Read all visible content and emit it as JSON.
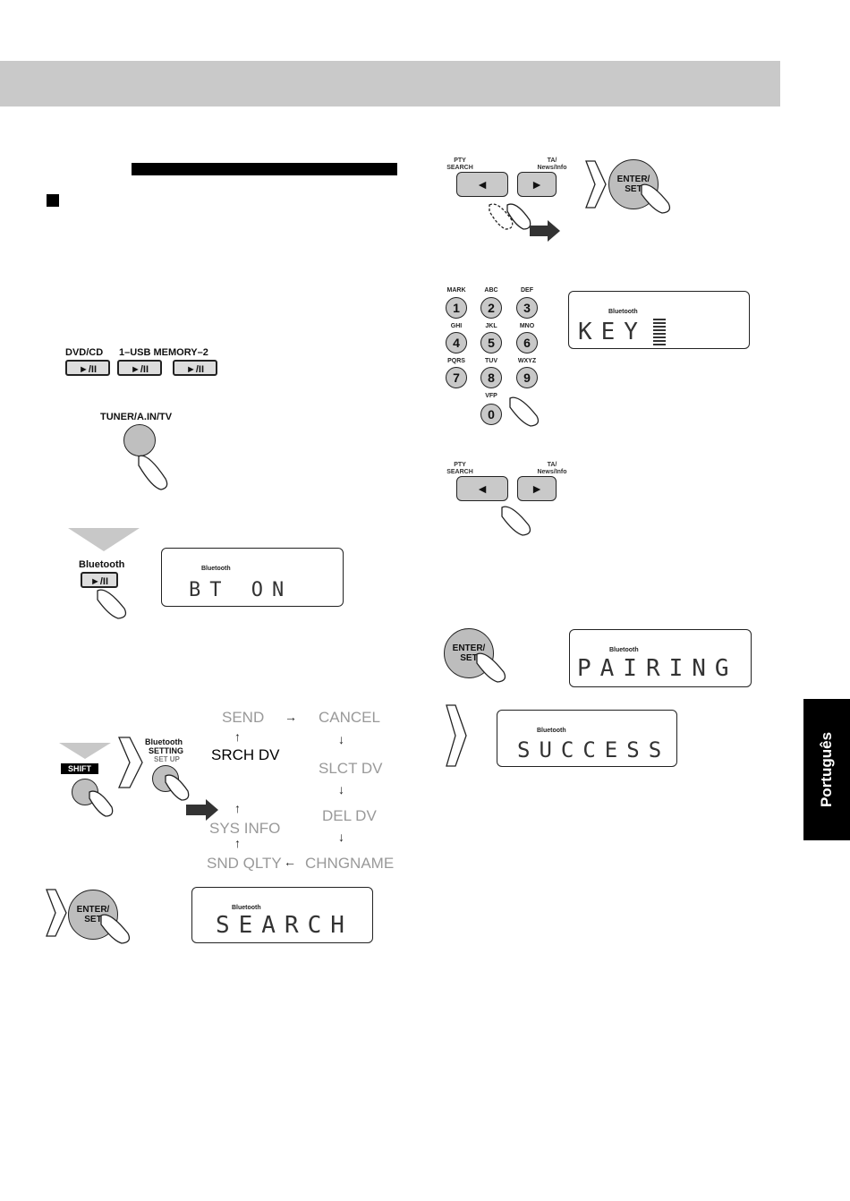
{
  "side_tab": "Português",
  "step1": {
    "dvd_cd_label": "DVD/CD",
    "usb_label": "1–USB MEMORY–2",
    "play_pause": "►/II",
    "tuner_label": "TUNER/A.IN/TV",
    "bluetooth_label": "Bluetooth",
    "display": {
      "indicator": "Bluetooth",
      "text": "BT ON"
    }
  },
  "step2": {
    "shift_label": "SHIFT",
    "bt_setting_label": "Bluetooth",
    "bt_setting_label2": "SETTING",
    "set_up_label": "SET UP",
    "menu": {
      "send": "SEND",
      "cancel": "CANCEL",
      "srch_dv": "SRCH DV",
      "slct_dv": "SLCT DV",
      "sys_info": "SYS INFO",
      "del_dv": "DEL DV",
      "snd_qlty": "SND QLTY",
      "chngname": "CHNGNAME"
    },
    "enter_label": "ENTER/\nSET",
    "display": {
      "indicator": "Bluetooth",
      "text": "SEARCH"
    }
  },
  "step3": {
    "pty_label": "PTY\nSEARCH",
    "ta_label": "TA/\nNews/Info",
    "enter_label": "ENTER/\nSET",
    "numpad": [
      {
        "key": "1",
        "letters": "MARK"
      },
      {
        "key": "2",
        "letters": "ABC"
      },
      {
        "key": "3",
        "letters": "DEF"
      },
      {
        "key": "4",
        "letters": "GHI"
      },
      {
        "key": "5",
        "letters": "JKL"
      },
      {
        "key": "6",
        "letters": "MNO"
      },
      {
        "key": "7",
        "letters": "PQRS"
      },
      {
        "key": "8",
        "letters": "TUV"
      },
      {
        "key": "9",
        "letters": "WXYZ"
      },
      {
        "key": "0",
        "letters": "VFP"
      }
    ],
    "key_display": {
      "indicator": "Bluetooth",
      "text": "KEY"
    },
    "pairing_display": {
      "indicator": "Bluetooth",
      "text": "PAIRING"
    },
    "success_display": {
      "indicator": "Bluetooth",
      "text": "SUCCESS"
    }
  }
}
